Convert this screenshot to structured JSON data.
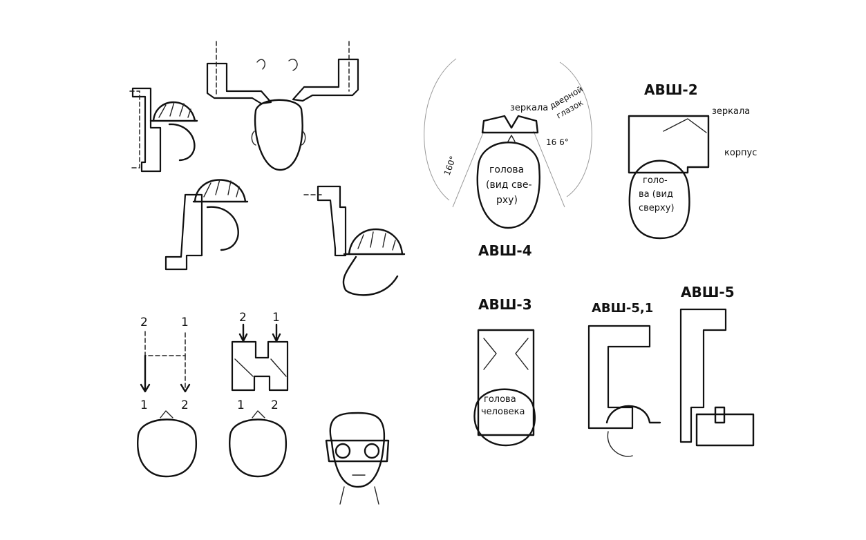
{
  "labels": {
    "avsh4": "АВШ-4",
    "avsh2": "АВШ-2",
    "avsh3": "АВШ-3",
    "avsh51": "АВШ-5,1",
    "avsh5": "АВШ-5"
  },
  "annotations": {
    "mirrors_avsh4": "зеркала",
    "door_peephole_1": "дверной",
    "door_peephole_2": "глазок",
    "angle_left": "160°",
    "angle_right": "16 6°",
    "head_top_view_1": "голова",
    "head_top_view_2": "(вид све-",
    "head_top_view_3": "рху)",
    "mirrors_avsh2": "зеркала",
    "body_avsh2": "корпус",
    "head_avsh2_1": "голо-",
    "head_avsh2_2": "ва (вид",
    "head_avsh2_3": "сверху)",
    "head_avsh3_1": "голова",
    "head_avsh3_2": "человека"
  },
  "numbers": {
    "path_a_top_left": "2",
    "path_a_top_right": "1",
    "path_a_bottom_left": "1",
    "path_a_bottom_right": "2",
    "path_b_top_left": "2",
    "path_b_top_right": "1",
    "path_b_bottom_left": "1",
    "path_b_bottom_right": "2"
  }
}
